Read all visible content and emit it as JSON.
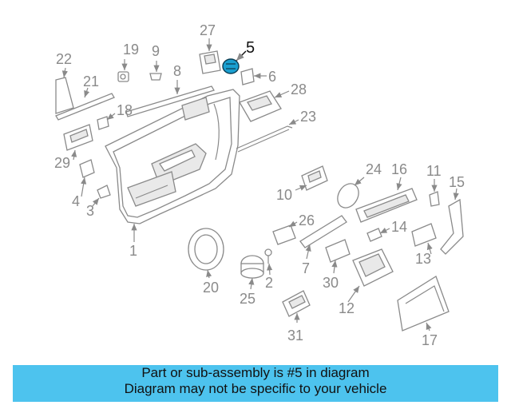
{
  "labels": {
    "l1": "1",
    "l2": "2",
    "l3": "3",
    "l4": "4",
    "l5": "5",
    "l6": "6",
    "l7": "7",
    "l8": "8",
    "l9": "9",
    "l10": "10",
    "l11": "11",
    "l12": "12",
    "l13": "13",
    "l14": "14",
    "l15": "15",
    "l16": "16",
    "l17": "17",
    "l18": "18",
    "l19": "19",
    "l20": "20",
    "l21": "21",
    "l22": "22",
    "l23": "23",
    "l24": "24",
    "l25": "25",
    "l26": "26",
    "l27": "27",
    "l28": "28",
    "l29": "29",
    "l30": "30",
    "l31": "31"
  },
  "highlight": {
    "part_number": "5",
    "color": "#1a9fd0"
  },
  "banner": {
    "line1": "Part or sub-assembly is #5 in diagram",
    "line2": "Diagram may not be specific to your vehicle",
    "color": "#4dc3ee"
  }
}
